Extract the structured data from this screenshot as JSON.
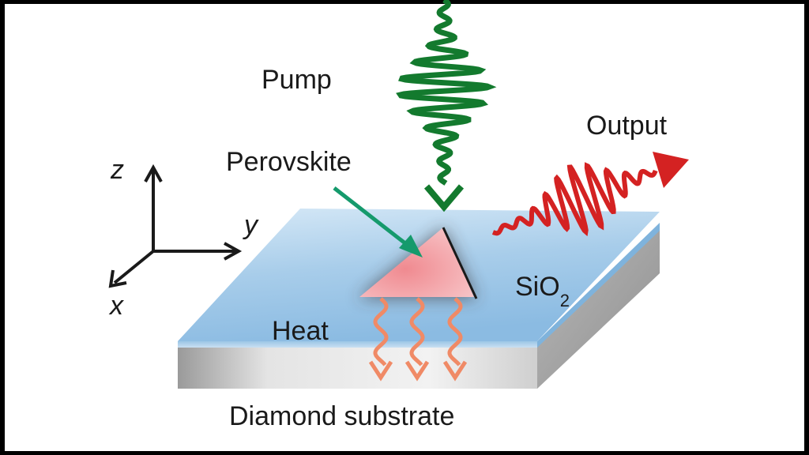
{
  "labels": {
    "pump": "Pump",
    "output": "Output",
    "perovskite": "Perovskite",
    "sio2_base": "SiO",
    "sio2_sub": "2",
    "heat": "Heat",
    "substrate": "Diamond substrate"
  },
  "axes": {
    "z": "z",
    "y": "y",
    "x": "x"
  },
  "colors": {
    "pump_wave": "#137a2e",
    "output_wave": "#d42222",
    "perovskite": "#f2a0a4",
    "sio2_top": "#a9cdea",
    "substrate": "#d4d4d4",
    "heat_arrows": "#f08a66",
    "pointer_arrow": "#159a6c"
  }
}
